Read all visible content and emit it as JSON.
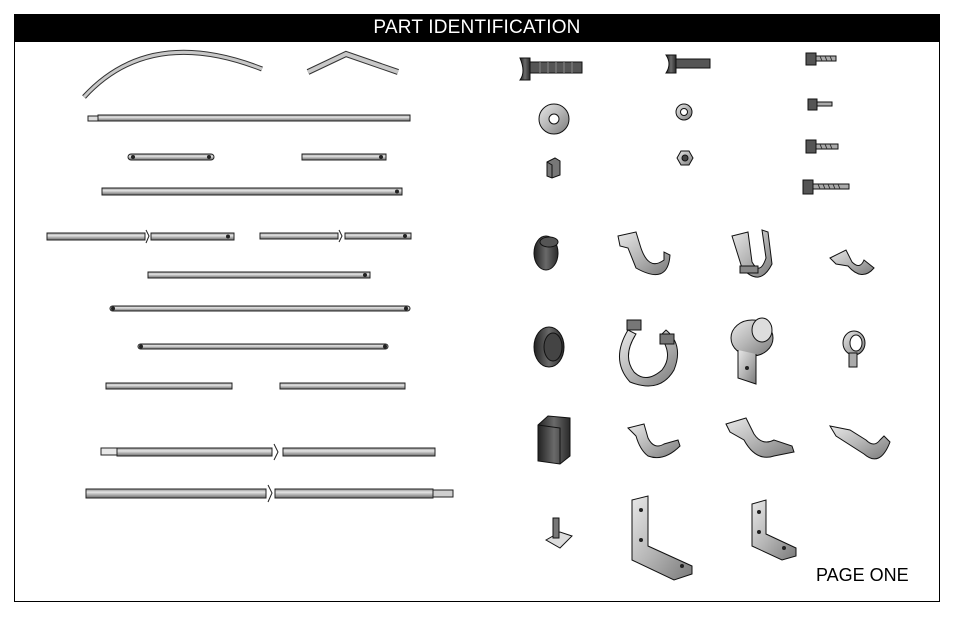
{
  "sheet": {
    "title": "PART IDENTIFICATION",
    "page_label": "PAGE ONE"
  },
  "colors": {
    "header_bg": "#000000",
    "header_text": "#ffffff",
    "metal_light": "#d4d4d4",
    "metal_mid": "#a8a8a8",
    "metal_dark": "#6e6e6e",
    "rubber": "#3c3c3c",
    "outline": "#1a1a1a"
  },
  "parts": {
    "tubes": [
      "curved-rail",
      "bent-rail",
      "straight-tubes"
    ],
    "hardware": [
      "carriage-bolt",
      "hex-screw",
      "washer",
      "nut"
    ],
    "fittings": [
      "end-cap",
      "pipe-clamp",
      "strap",
      "tee-fitting",
      "bracket"
    ]
  }
}
